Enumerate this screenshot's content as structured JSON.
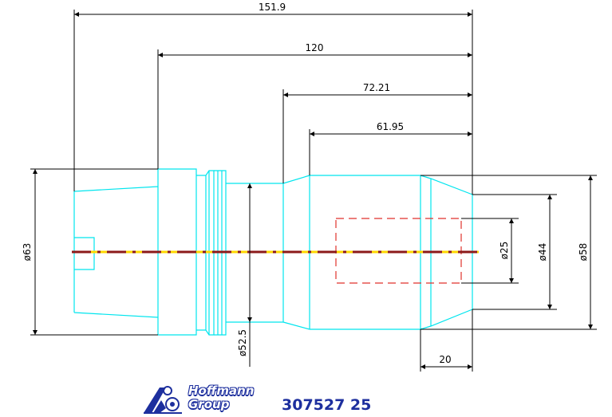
{
  "dimensions": {
    "len_total": "151.9",
    "len_120": "120",
    "len_72": "72.21",
    "len_62": "61.95",
    "len_20": "20",
    "dia_63": "ø63",
    "dia_52": "ø52.5",
    "dia_25": "ø25",
    "dia_44": "ø44",
    "dia_58": "ø58"
  },
  "brand": {
    "line1": "Hoffmann",
    "line2": "Group",
    "part_number": "307527 25"
  },
  "colors": {
    "outline": "#00e5ee",
    "dimension": "#000000",
    "hidden": "#e0322c",
    "centerline_dash": "#8b1a1a",
    "centerline_base": "#ffd800",
    "brand": "#1d2f9e"
  }
}
